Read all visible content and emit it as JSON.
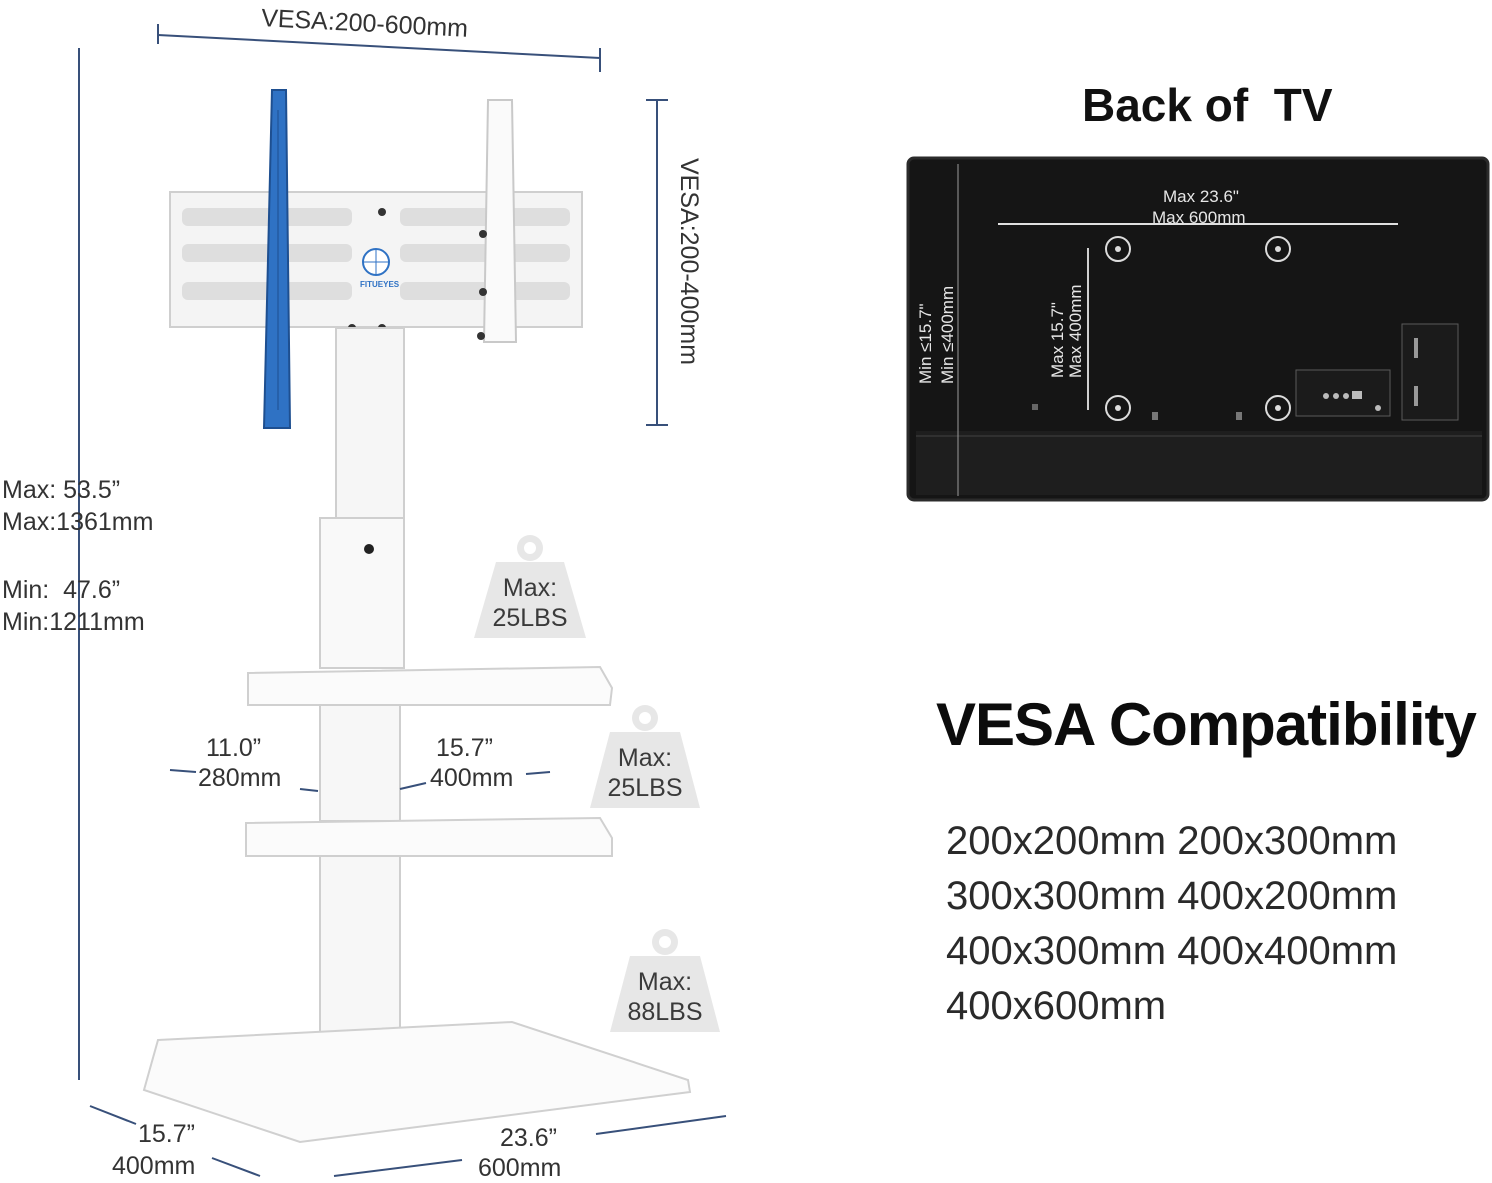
{
  "stand": {
    "vesa_width": "VESA:200-600mm",
    "vesa_height": "VESA:200-400mm",
    "height_max_in": "Max: 53.5”",
    "height_max_mm": "Max:1361mm",
    "height_min_in": "Min:  47.6”",
    "height_min_mm": "Min:1211mm",
    "shelf_depth_in": "11.0”",
    "shelf_depth_mm": "280mm",
    "shelf_width_in": "15.7”",
    "shelf_width_mm": "400mm",
    "base_depth_in": "15.7”",
    "base_depth_mm": "400mm",
    "base_width_in": "23.6”",
    "base_width_mm": "600mm",
    "brand": "FITUEYES",
    "weights": [
      {
        "label": "Max:",
        "value": "25LBS"
      },
      {
        "label": "Max:",
        "value": "25LBS"
      },
      {
        "label": "Max:",
        "value": "88LBS"
      }
    ],
    "colors": {
      "dimension_line": "#38507a",
      "mount_accent": "#2f72c4"
    }
  },
  "back_of_tv": {
    "title": "Back of  TV",
    "max_width_in": "Max 23.6\"",
    "max_width_mm": "Max 600mm",
    "max_height_in": "Max 15.7\"",
    "max_height_mm": "Max 400mm",
    "min_height_in": "Min ≤15.7\"",
    "min_height_mm": "Min ≤400mm"
  },
  "vesa": {
    "title": "VESA Compatibility",
    "sizes": [
      "200x200mm",
      "200x300mm",
      "300x300mm",
      "400x200mm",
      "400x300mm",
      "400x400mm",
      "400x600mm"
    ]
  }
}
